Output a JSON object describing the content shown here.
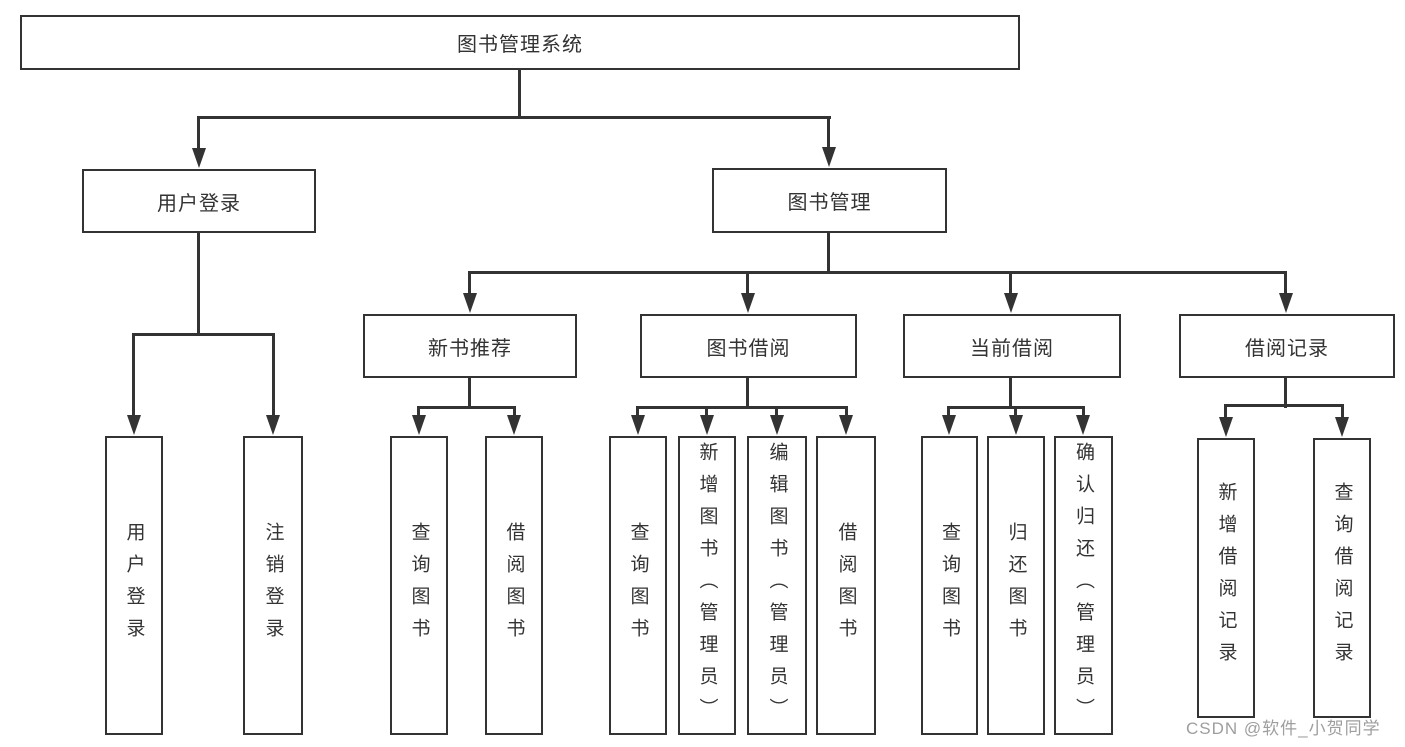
{
  "diagram": {
    "root": {
      "label": "图书管理系统"
    },
    "level2": [
      {
        "label": "用户登录"
      },
      {
        "label": "图书管理"
      }
    ],
    "level3": [
      {
        "label": "新书推荐"
      },
      {
        "label": "图书借阅"
      },
      {
        "label": "当前借阅"
      },
      {
        "label": "借阅记录"
      }
    ],
    "leaves": {
      "user": [
        {
          "label": "用户登录"
        },
        {
          "label": "注销登录"
        }
      ],
      "newbook": [
        {
          "label": "查询图书"
        },
        {
          "label": "借阅图书"
        }
      ],
      "borrow": [
        {
          "label": "查询图书"
        },
        {
          "label": "新增图书（管理员）"
        },
        {
          "label": "编辑图书（管理员）"
        },
        {
          "label": "借阅图书"
        }
      ],
      "current": [
        {
          "label": "查询图书"
        },
        {
          "label": "归还图书"
        },
        {
          "label": "确认归还（管理员）"
        }
      ],
      "records": [
        {
          "label": "新增借阅记录"
        },
        {
          "label": "查询借阅记录"
        }
      ]
    },
    "line_color": "#333333",
    "background_color": "#ffffff"
  },
  "watermark": {
    "text": "CSDN @软件_小贺同学"
  }
}
